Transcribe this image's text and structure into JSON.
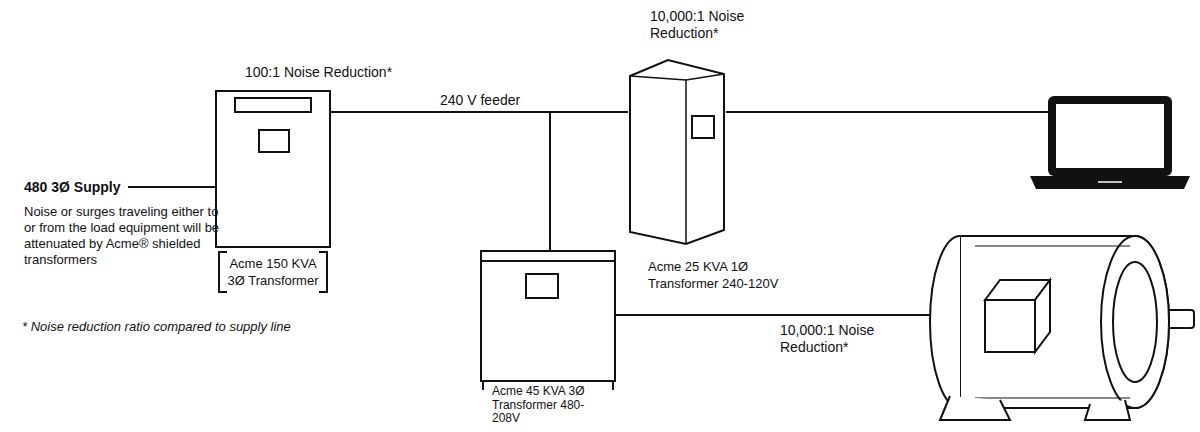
{
  "diagram": {
    "nodes": [
      {
        "text": [
          "100:1 Noise Reduction*",
          "Acme 150 KVA 3Ø Transformer"
        ]
      },
      {
        "text": [
          "10,000:1 Noise Reduction*",
          "Acme 25 KVA 1Ø Transformer 240-120V"
        ]
      },
      {
        "text": [
          "Acme 45 KVA 3Ø Transformer 480-208V"
        ]
      }
    ],
    "edges": [
      {
        "from": 0,
        "to": 1,
        "label": "240 V feeder",
        "arrow": "none"
      },
      {
        "from": 0,
        "to": 2,
        "arrow": "none"
      }
    ],
    "labels": [
      "480 3Ø Supply",
      "Noise or surges traveling either to or from the load equipment will be attenuated by Acme® shielded transformers",
      "* Noise reduction ratio compared to supply line",
      "10,000:1 Noise Reduction*"
    ]
  }
}
